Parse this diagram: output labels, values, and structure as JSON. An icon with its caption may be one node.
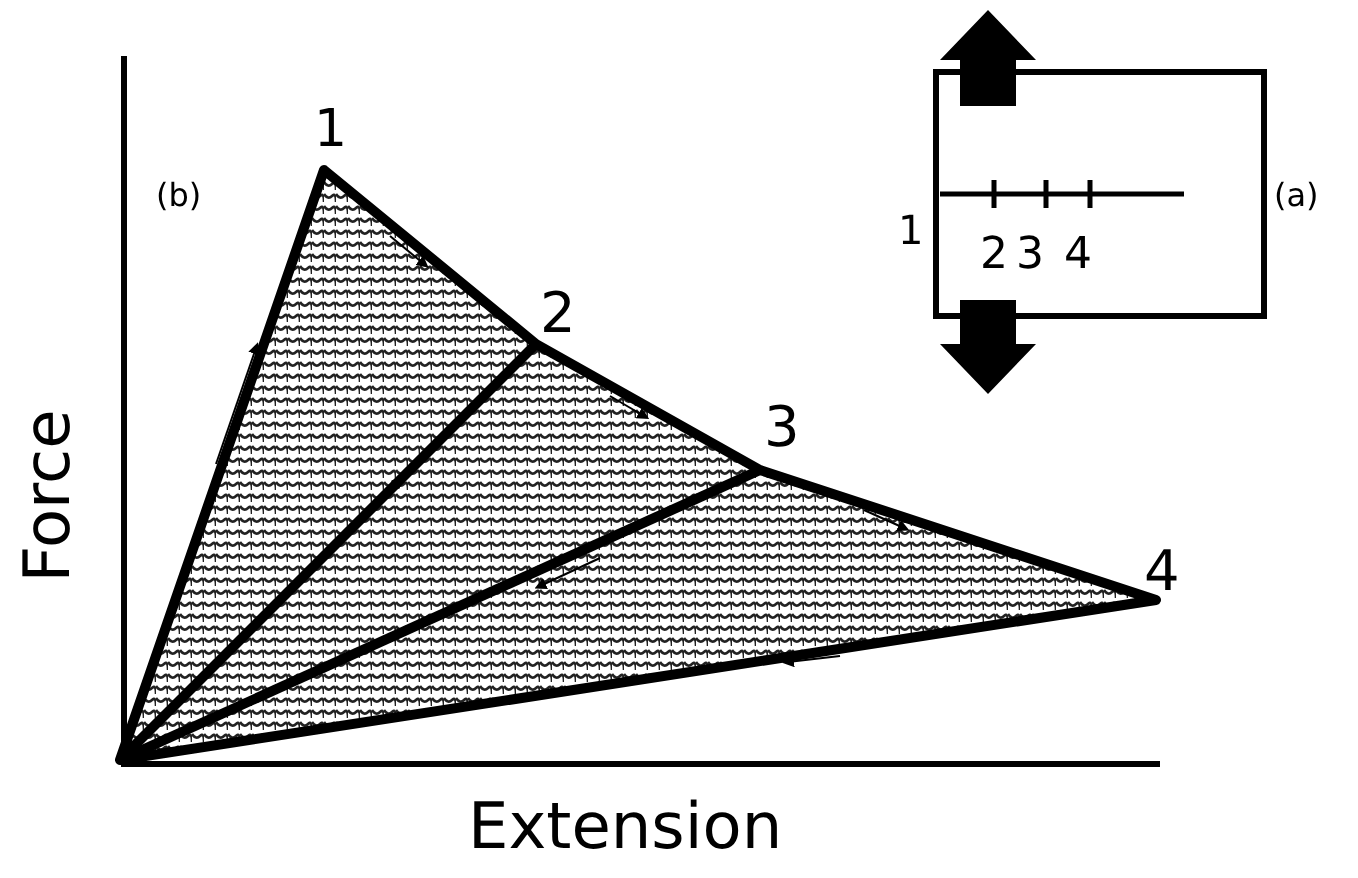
{
  "diagram": {
    "labels": [
      "1",
      "(b)",
      "(a)",
      "1",
      "2",
      "3",
      "4",
      "2",
      "3",
      "4",
      "Force",
      "Extension"
    ]
  }
}
